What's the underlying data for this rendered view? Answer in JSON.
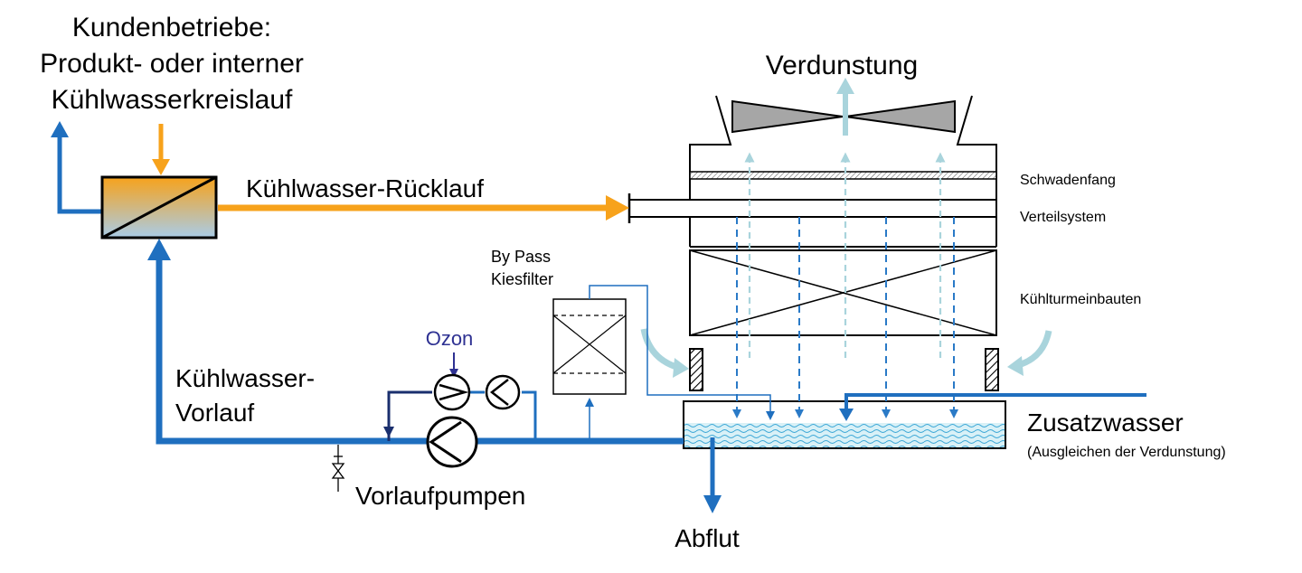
{
  "labels": {
    "customer_line1": "Kundenbetriebe:",
    "customer_line2": "Produkt- oder interner",
    "customer_line3": "Kühlwasserkreislauf",
    "evaporation": "Verdunstung",
    "return_line": "Kühlwasser-Rücklauf",
    "drift_eliminator": "Schwadenfang",
    "distribution_system": "Verteilsystem",
    "tower_fill": "Kühlturmeinbauten",
    "bypass_line1": "By Pass",
    "bypass_line2": "Kiesfilter",
    "ozone": "Ozon",
    "supply_line1": "Kühlwasser-",
    "supply_line2": "Vorlauf",
    "makeup_water": "Zusatzwasser",
    "makeup_note": "(Ausgleichen der Verdunstung)",
    "supply_pumps": "Vorlaufpumpen",
    "blowdown": "Abflut"
  },
  "colors": {
    "main_blue": "#1f6fbf",
    "dark_blue": "#1a2f6e",
    "orange": "#f7a21b",
    "light_blue": "#a9d4dc",
    "dash_blue": "#2a7ac7",
    "ozone_text": "#2e3192",
    "fan_grey": "#a6a6a6",
    "water_fill": "#d9f1f7"
  },
  "icons": {
    "heat_exchanger": "heat-exchanger-icon",
    "pump": "pump-icon",
    "valve": "valve-icon",
    "fan": "fan-icon",
    "filter": "gravel-filter-icon"
  }
}
